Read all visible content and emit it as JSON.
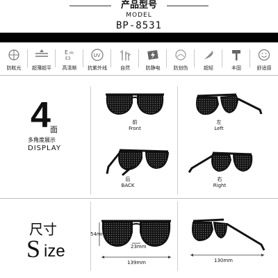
{
  "header": {
    "model_cn": "产品型号",
    "model_en": "MODEL",
    "model_code": "BP-8531"
  },
  "features": [
    {
      "icon": "anti-glare-icon",
      "label": "防眩光"
    },
    {
      "icon": "ultra-thin-icon",
      "label": "超薄超平"
    },
    {
      "icon": "hd-icon",
      "label": "高清晰"
    },
    {
      "icon": "uv-icon",
      "label": "抗紫外线"
    },
    {
      "icon": "nature-icon",
      "label": "自然"
    },
    {
      "icon": "anti-static-icon",
      "label": "防静电"
    },
    {
      "icon": "anti-damage-icon",
      "label": "防划伤"
    },
    {
      "icon": "feather-icon",
      "label": "超轻"
    },
    {
      "icon": "hammer-icon",
      "label": "丰固"
    },
    {
      "icon": "smile-icon",
      "label": "舒适感"
    }
  ],
  "views": {
    "big_number": "4",
    "big_suffix": "面",
    "multi_angle": "多角度展示",
    "display": "DISPLAY",
    "front": {
      "cn": "前",
      "en": "Front"
    },
    "left": {
      "cn": "左",
      "en": "Left"
    },
    "back": {
      "cn": "后",
      "en": "BACK"
    },
    "right": {
      "cn": "右",
      "en": "Right"
    }
  },
  "size": {
    "cn": "尺寸",
    "en_first": "S",
    "en_rest": "ize",
    "height": "54mm",
    "bridge": "23mm",
    "width": "139mm",
    "temple": "130mm"
  }
}
